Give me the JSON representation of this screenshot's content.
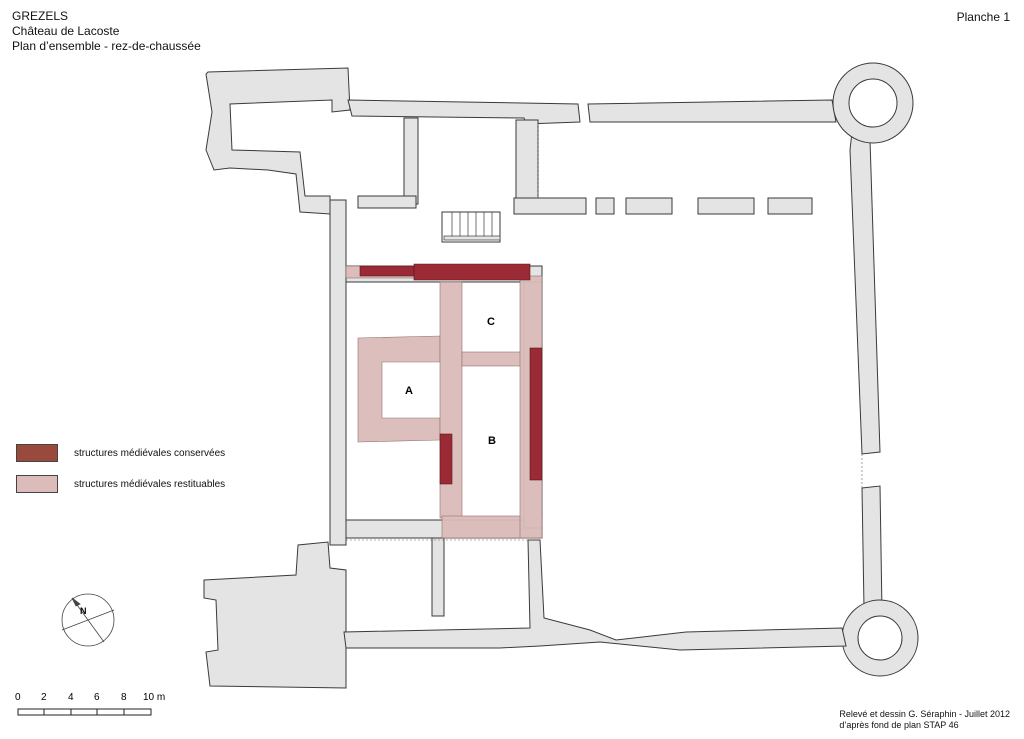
{
  "header": {
    "site": "GREZELS",
    "building": "Château de Lacoste",
    "plan": "Plan d’ensemble - rez-de-chaussée",
    "sheet": "Planche 1"
  },
  "legend": {
    "items": [
      {
        "label": "structures médiévales conservées",
        "color": "#9a4a3c"
      },
      {
        "label": "structures médiévales restituables",
        "color": "#dbbcba"
      }
    ]
  },
  "rooms": [
    "A",
    "B",
    "C"
  ],
  "compass": {
    "label": "N"
  },
  "scale_bar": {
    "ticks": [
      "0",
      "2",
      "4",
      "6",
      "8",
      "10 m"
    ]
  },
  "credits": {
    "line1": "Relevé et dessin G. Séraphin - Juillet 2012",
    "line2": "d’après fond de plan STAP 46"
  },
  "colors": {
    "wall": "#e4e4e4",
    "wall_stroke": "#3a3a3a",
    "conserved": "#9a2a35",
    "restituable": "#dbbcba"
  }
}
